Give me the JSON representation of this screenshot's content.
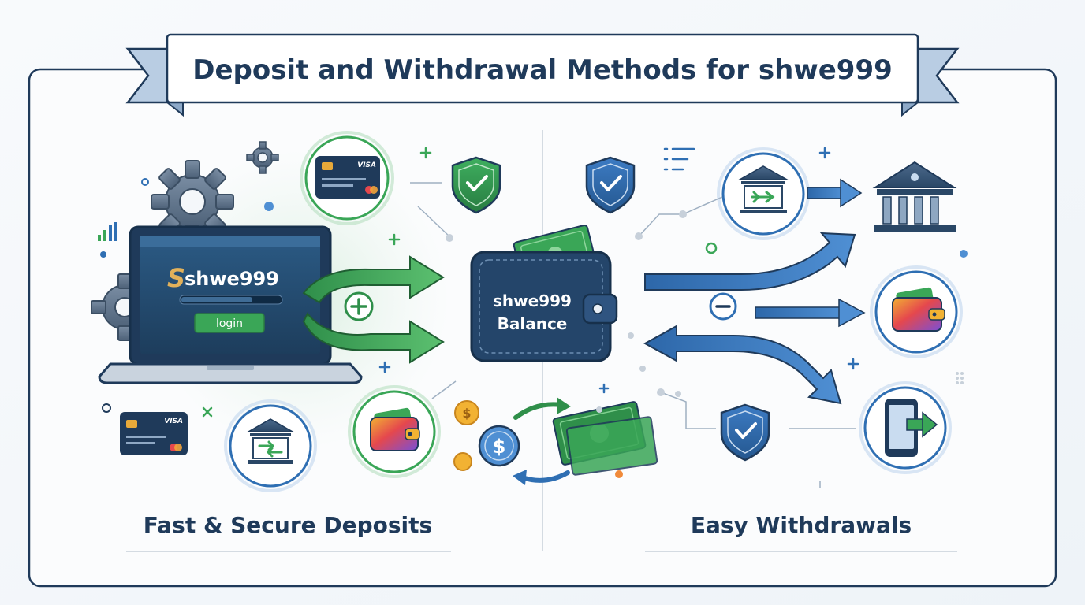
{
  "title": "Deposit and Withdrawal Methods for shwe999",
  "deposit_section": {
    "caption": "Fast & Secure Deposits",
    "brand_initial": "S",
    "brand_name": "shwe999",
    "login_label": "login",
    "card_brand": "VISA"
  },
  "withdrawal_section": {
    "caption": "Easy Withdrawals"
  },
  "wallet": {
    "line1": "shwe999",
    "line2": "Balance"
  },
  "coin_symbol": "$",
  "colors": {
    "navy": "#1f3a5a",
    "green": "#3aa657",
    "blue": "#2f6fb3",
    "gold": "#e7a93a"
  }
}
